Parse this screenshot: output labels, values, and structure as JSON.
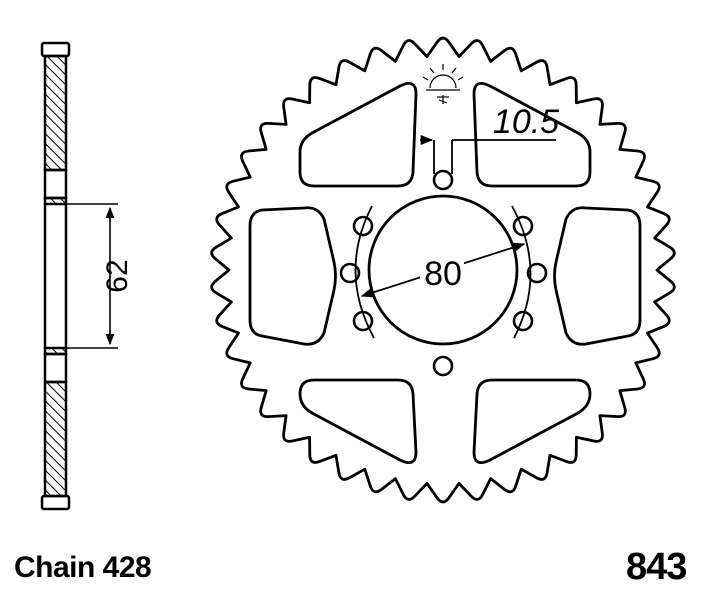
{
  "drawing": {
    "line_color": "#000000",
    "background": "#ffffff",
    "tooth_count": 42,
    "dimensions": {
      "hub_hole": "80",
      "bolt_hole": "10.5",
      "side_profile": "62"
    }
  },
  "caption": {
    "chain": "Chain 428",
    "part_number": "843"
  }
}
